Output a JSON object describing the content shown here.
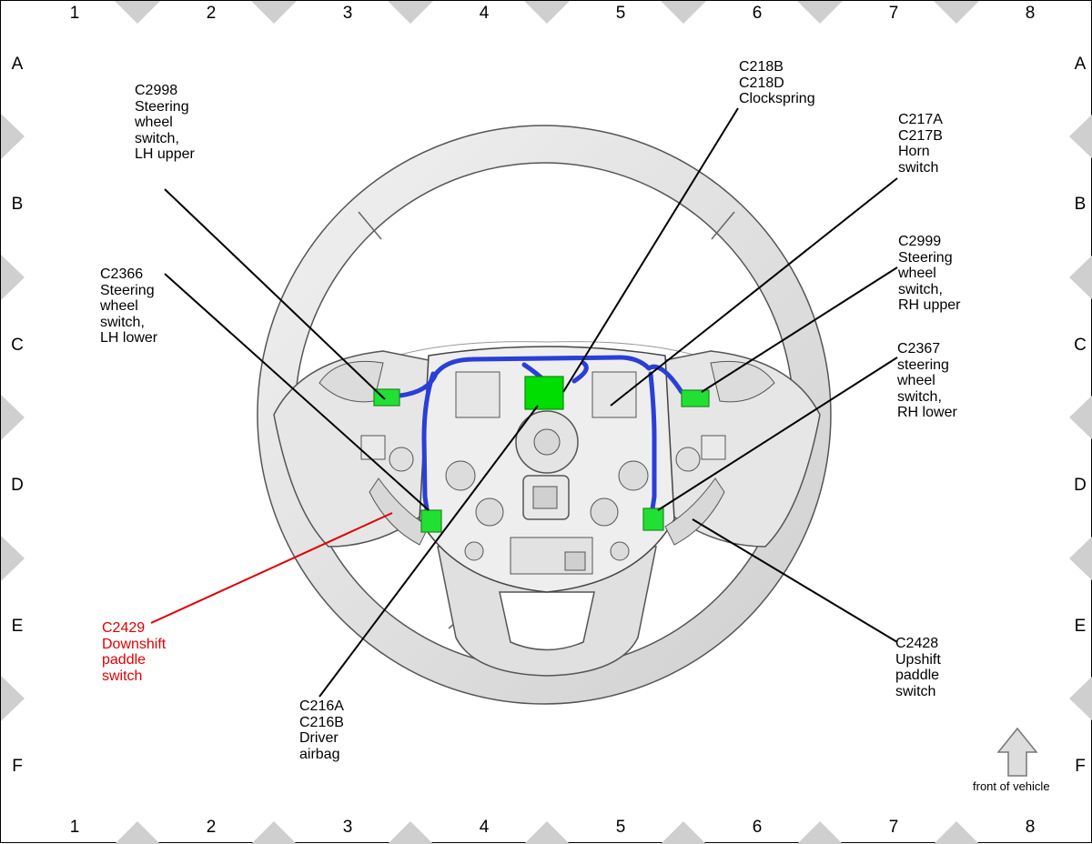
{
  "grid": {
    "columns": [
      "1",
      "2",
      "3",
      "4",
      "5",
      "6",
      "7",
      "8"
    ],
    "rows": [
      "A",
      "B",
      "C",
      "D",
      "E",
      "F"
    ]
  },
  "colors": {
    "harness": "#2a3fd6",
    "connector": "#22e033",
    "highlight_connector": "#00dd00",
    "callout_red": "#e00000",
    "wheel_fill": "#e2e2e2",
    "wheel_stroke": "#555555"
  },
  "callouts": {
    "c2998": [
      "C2998",
      "Steering",
      "wheel",
      "switch,",
      "LH upper"
    ],
    "c218": [
      "C218B",
      "C218D",
      "Clockspring"
    ],
    "c217": [
      "C217A",
      "C217B",
      "Horn",
      "switch"
    ],
    "c2366": [
      "C2366",
      "Steering",
      "wheel",
      "switch,",
      "LH lower"
    ],
    "c2999": [
      "C2999",
      "Steering",
      "wheel",
      "switch,",
      "RH upper"
    ],
    "c2367": [
      "C2367",
      "steering",
      "wheel",
      "switch,",
      "RH lower"
    ],
    "c2429": [
      "C2429",
      "Downshift",
      "paddle",
      "switch"
    ],
    "c2428": [
      "C2428",
      "Upshift",
      "paddle",
      "switch"
    ],
    "c216": [
      "C216A",
      "C216B",
      "Driver",
      "airbag"
    ]
  },
  "orientation": {
    "label": "front of vehicle",
    "icon": "up-arrow-icon"
  }
}
